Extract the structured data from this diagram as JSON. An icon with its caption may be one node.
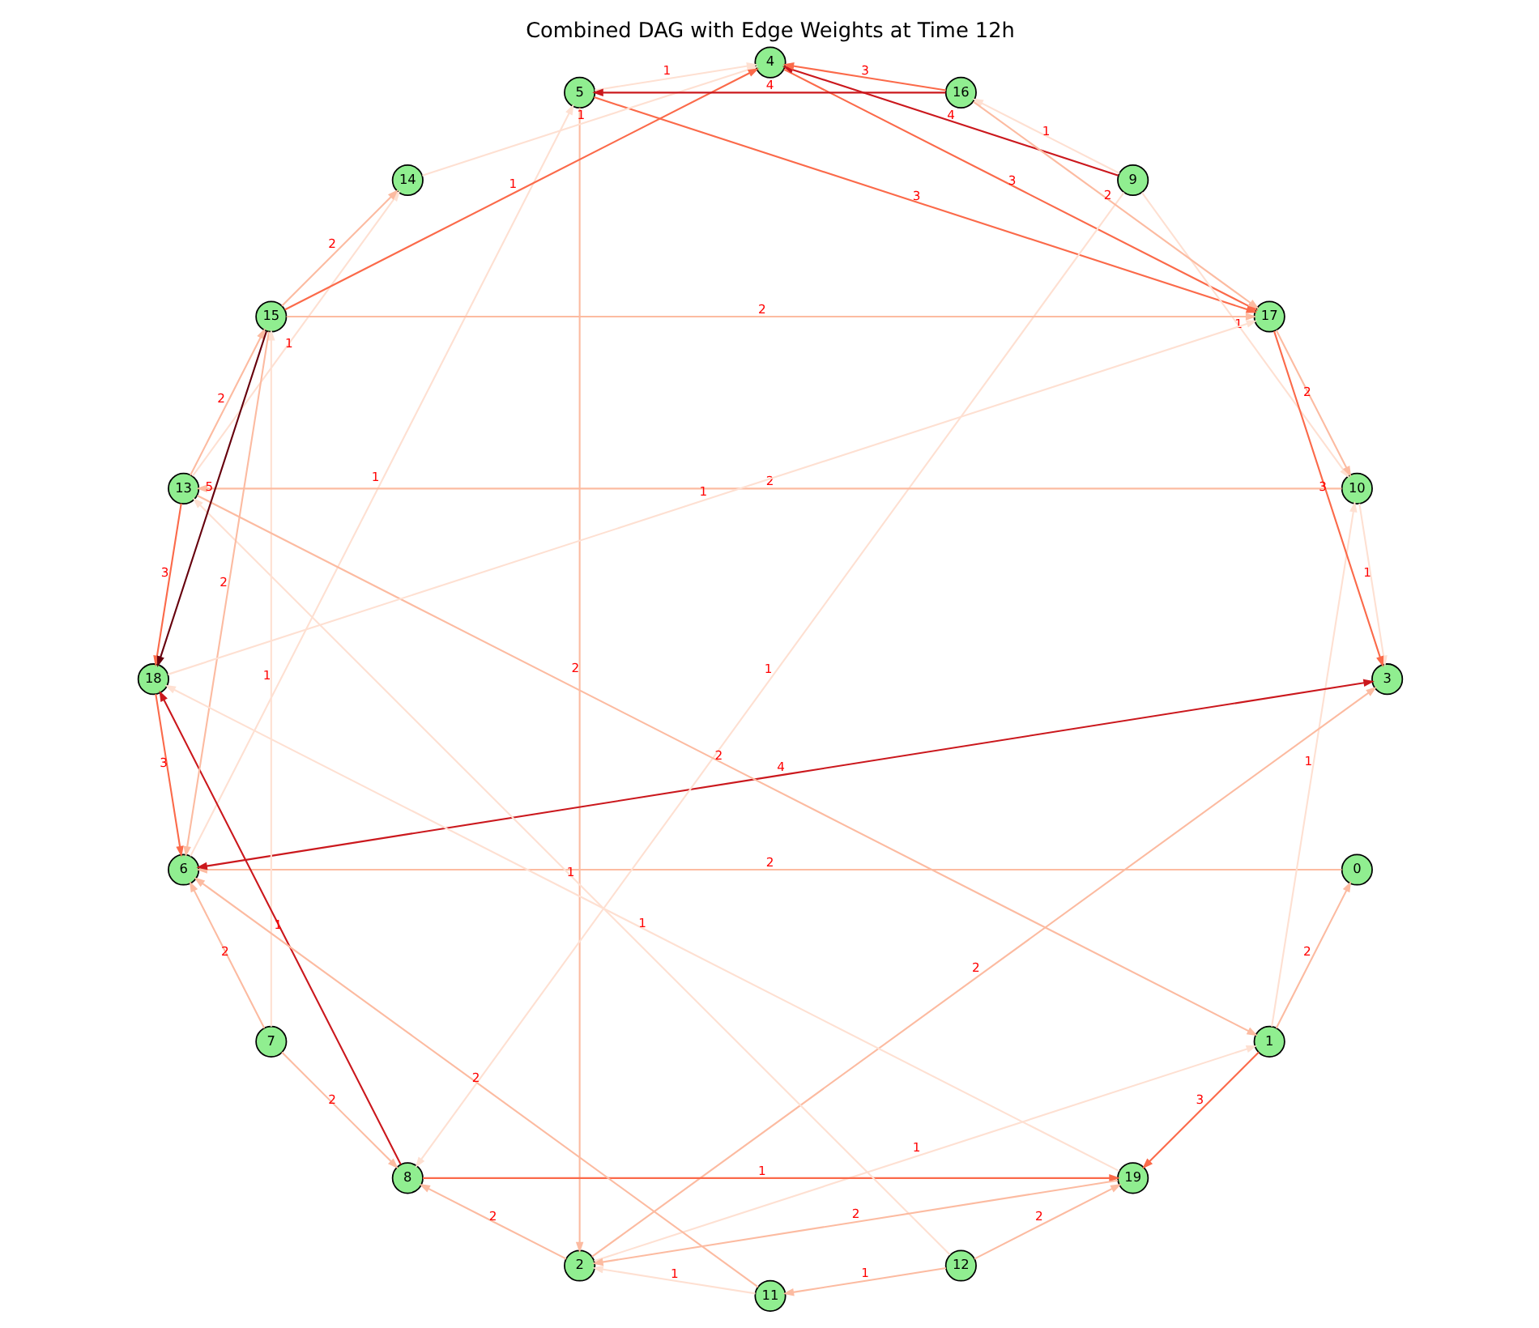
{
  "diagram": {
    "title": "Combined DAG with Edge Weights at Time 12h",
    "nodes": [
      {
        "text": [
          "0"
        ]
      },
      {
        "text": [
          "1"
        ]
      },
      {
        "text": [
          "2"
        ]
      },
      {
        "text": [
          "3"
        ]
      },
      {
        "text": [
          "4"
        ]
      },
      {
        "text": [
          "5"
        ]
      },
      {
        "text": [
          "6"
        ]
      },
      {
        "text": [
          "7"
        ]
      },
      {
        "text": [
          "8"
        ]
      },
      {
        "text": [
          "9"
        ]
      },
      {
        "text": [
          "10"
        ]
      },
      {
        "text": [
          "11"
        ]
      },
      {
        "text": [
          "12"
        ]
      },
      {
        "text": [
          "13"
        ]
      },
      {
        "text": [
          "14"
        ]
      },
      {
        "text": [
          "15"
        ]
      },
      {
        "text": [
          "16"
        ]
      },
      {
        "text": [
          "17"
        ]
      },
      {
        "text": [
          "18"
        ]
      },
      {
        "text": [
          "19"
        ]
      }
    ],
    "edges": [
      {
        "from": 6,
        "to": 3,
        "arrow": "both",
        "label": "4",
        "color": "#cb181d"
      },
      {
        "from": 9,
        "to": 4,
        "arrow": "to",
        "label": "4",
        "color": "#cb181d"
      },
      {
        "from": 16,
        "to": 5,
        "arrow": "to",
        "label": "4",
        "color": "#cb181d"
      },
      {
        "from": 15,
        "to": 18,
        "arrow": "to",
        "label": "5",
        "color": "#67000d"
      },
      {
        "from": 8,
        "to": 18,
        "arrow": "to",
        "label": "1",
        "color": "#cb181d"
      },
      {
        "from": 16,
        "to": 4,
        "arrow": "to",
        "label": "3",
        "color": "#fb6a4a"
      },
      {
        "from": 17,
        "to": 3,
        "arrow": "to",
        "label": "3",
        "color": "#fb6a4a"
      },
      {
        "from": 4,
        "to": 17,
        "arrow": "to",
        "label": "3",
        "color": "#fb6a4a"
      },
      {
        "from": 5,
        "to": 17,
        "arrow": "to",
        "label": "3",
        "color": "#fb6a4a"
      },
      {
        "from": 18,
        "to": 6,
        "arrow": "to",
        "label": "3",
        "color": "#fb6a4a"
      },
      {
        "from": 15,
        "to": 4,
        "arrow": "to",
        "label": "1",
        "color": "#fb6a4a"
      },
      {
        "from": 13,
        "to": 18,
        "arrow": "to",
        "label": "3",
        "color": "#fb6a4a"
      },
      {
        "from": 1,
        "to": 19,
        "arrow": "to",
        "label": "3",
        "color": "#fb6a4a"
      },
      {
        "from": 8,
        "to": 19,
        "arrow": "to",
        "label": "1",
        "color": "#fb6a4a"
      },
      {
        "from": 2,
        "to": 8,
        "arrow": "to",
        "label": "2",
        "color": "#fcbba1"
      },
      {
        "from": 7,
        "to": 6,
        "arrow": "to",
        "label": "2",
        "color": "#fcbba1"
      },
      {
        "from": 7,
        "to": 8,
        "arrow": "to",
        "label": "2",
        "color": "#fcbba1"
      },
      {
        "from": 2,
        "to": 3,
        "arrow": "to",
        "label": "2",
        "color": "#fcbba1"
      },
      {
        "from": 5,
        "to": 2,
        "arrow": "to",
        "label": "2",
        "color": "#fcbba1"
      },
      {
        "from": 1,
        "to": 0,
        "arrow": "to",
        "label": "2",
        "color": "#fcbba1"
      },
      {
        "from": 19,
        "to": 2,
        "arrow": "to",
        "label": "2",
        "color": "#fcbba1"
      },
      {
        "from": 0,
        "to": 6,
        "arrow": "to",
        "label": "2",
        "color": "#fcbba1"
      },
      {
        "from": 11,
        "to": 6,
        "arrow": "to",
        "label": "2",
        "color": "#fcbba1"
      },
      {
        "from": 17,
        "to": 10,
        "arrow": "to",
        "label": "2",
        "color": "#fcbba1"
      },
      {
        "from": 10,
        "to": 13,
        "arrow": "to",
        "label": "2",
        "color": "#fcbba1"
      },
      {
        "from": 12,
        "to": 19,
        "arrow": "to",
        "label": "2",
        "color": "#fcbba1"
      },
      {
        "from": 13,
        "to": 15,
        "arrow": "to",
        "label": "2",
        "color": "#fcbba1"
      },
      {
        "from": 15,
        "to": 17,
        "arrow": "to",
        "label": "2",
        "color": "#fcbba1"
      },
      {
        "from": 16,
        "to": 17,
        "arrow": "to",
        "label": "2",
        "color": "#fcbba1"
      },
      {
        "from": 13,
        "to": 1,
        "arrow": "to",
        "label": "2",
        "color": "#fcbba1"
      },
      {
        "from": 15,
        "to": 6,
        "arrow": "to",
        "label": "2",
        "color": "#fcbba1"
      },
      {
        "from": 15,
        "to": 14,
        "arrow": "to",
        "label": "2",
        "color": "#fcbba1"
      },
      {
        "from": 12,
        "to": 11,
        "arrow": "to",
        "label": "1",
        "color": "#fcbba1"
      },
      {
        "from": 9,
        "to": 10,
        "arrow": "to",
        "label": "1"
      },
      {
        "from": 9,
        "to": 8,
        "arrow": "to",
        "label": "1"
      },
      {
        "from": 6,
        "to": 5,
        "arrow": "to",
        "label": "1"
      },
      {
        "from": 5,
        "to": 4,
        "arrow": "to",
        "label": "1"
      },
      {
        "from": 14,
        "to": 4,
        "arrow": "to",
        "label": "1"
      },
      {
        "from": 1,
        "to": 10,
        "arrow": "to",
        "label": "1"
      },
      {
        "from": 12,
        "to": 13,
        "arrow": "to",
        "label": "1"
      },
      {
        "from": 13,
        "to": 14,
        "arrow": "to",
        "label": "1"
      },
      {
        "from": 2,
        "to": 1,
        "arrow": "to",
        "label": "1"
      },
      {
        "from": 18,
        "to": 17,
        "arrow": "to",
        "label": "1"
      },
      {
        "from": 19,
        "to": 18,
        "arrow": "to",
        "label": "1"
      },
      {
        "from": 7,
        "to": 15,
        "arrow": "to",
        "label": "1"
      },
      {
        "from": 11,
        "to": 2,
        "arrow": "to",
        "label": "1"
      },
      {
        "from": 9,
        "to": 16,
        "arrow": "to",
        "label": "1"
      },
      {
        "from": 10,
        "to": 3,
        "arrow": "to",
        "label": "1"
      }
    ]
  }
}
